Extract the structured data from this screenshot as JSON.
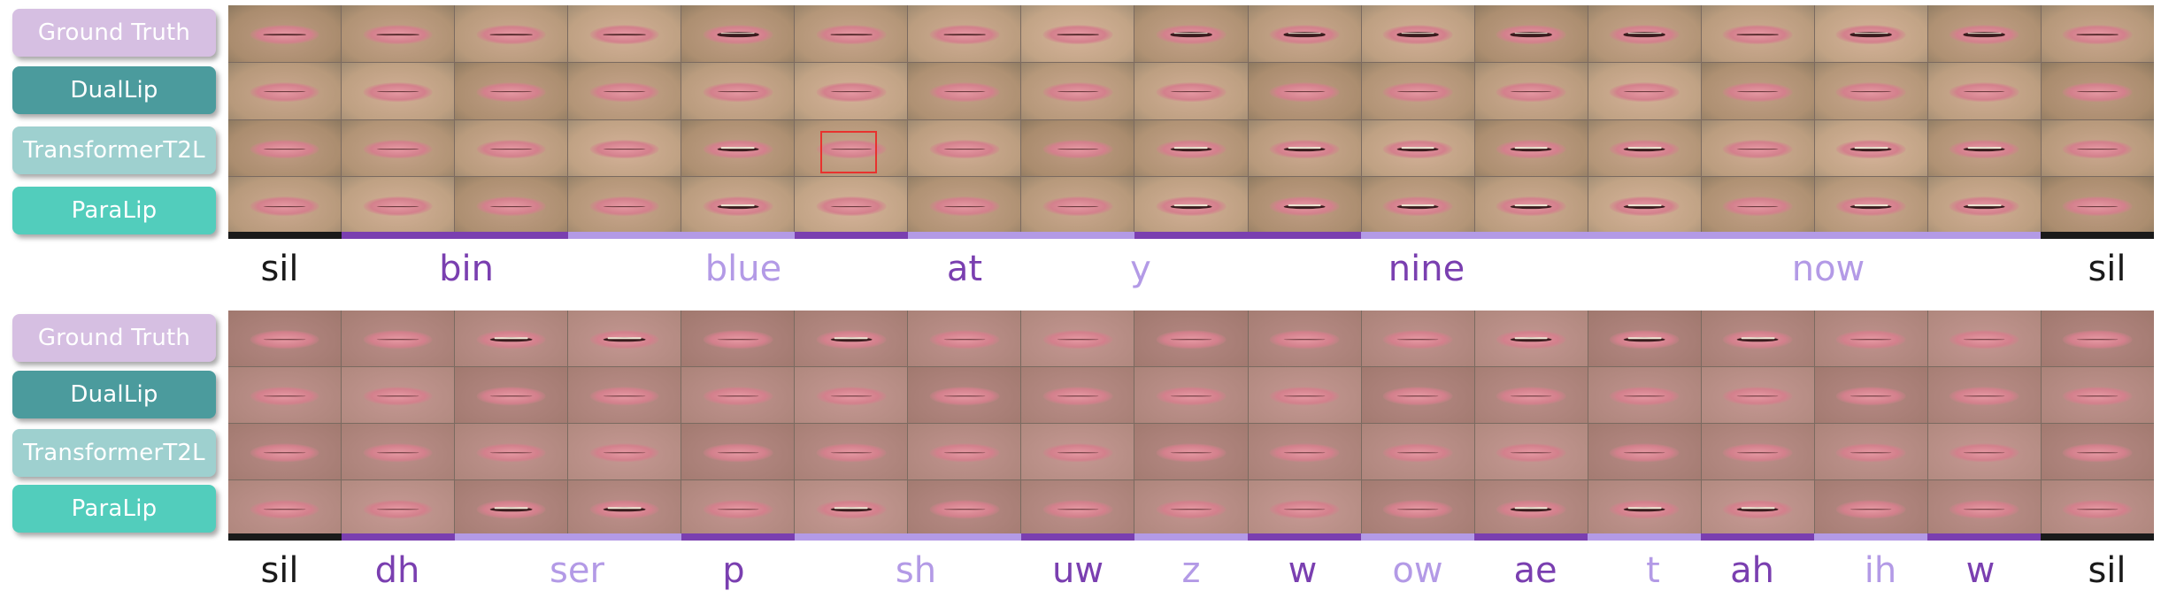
{
  "colors": {
    "ground_truth": "#d6bfe2",
    "duallip": "#4b9b9d",
    "transformert2l": "#9ed0cf",
    "paralip": "#52cdbc",
    "dark_purple": "#7a3fb0",
    "light_purple": "#b39ae6",
    "black": "#1a1a1a",
    "highlight": "#e8322e"
  },
  "top_panel": {
    "labels": [
      "Ground Truth",
      "DualLip",
      "TransformerT2L",
      "ParaLip"
    ],
    "phonemes": [
      {
        "text": "sil",
        "tone": "black"
      },
      {
        "text": "bin",
        "tone": "dark"
      },
      {
        "text": "blue",
        "tone": "light"
      },
      {
        "text": "at",
        "tone": "dark"
      },
      {
        "text": "y",
        "tone": "light"
      },
      {
        "text": "nine",
        "tone": "dark"
      },
      {
        "text": "now",
        "tone": "light"
      },
      {
        "text": "sil",
        "tone": "black"
      }
    ]
  },
  "bottom_panel": {
    "labels": [
      "Ground Truth",
      "DualLip",
      "TransformerT2L",
      "ParaLip"
    ],
    "phonemes": [
      {
        "text": "sil",
        "tone": "black"
      },
      {
        "text": "dh",
        "tone": "dark"
      },
      {
        "text": "ser",
        "tone": "light"
      },
      {
        "text": "p",
        "tone": "dark"
      },
      {
        "text": "sh",
        "tone": "light"
      },
      {
        "text": "uw",
        "tone": "dark"
      },
      {
        "text": "z",
        "tone": "light"
      },
      {
        "text": "w",
        "tone": "dark"
      },
      {
        "text": "ow",
        "tone": "light"
      },
      {
        "text": "ae",
        "tone": "dark"
      },
      {
        "text": "t",
        "tone": "light"
      },
      {
        "text": "ah",
        "tone": "dark"
      },
      {
        "text": "ih",
        "tone": "light"
      },
      {
        "text": "w",
        "tone": "dark"
      },
      {
        "text": "sil",
        "tone": "black"
      }
    ]
  }
}
